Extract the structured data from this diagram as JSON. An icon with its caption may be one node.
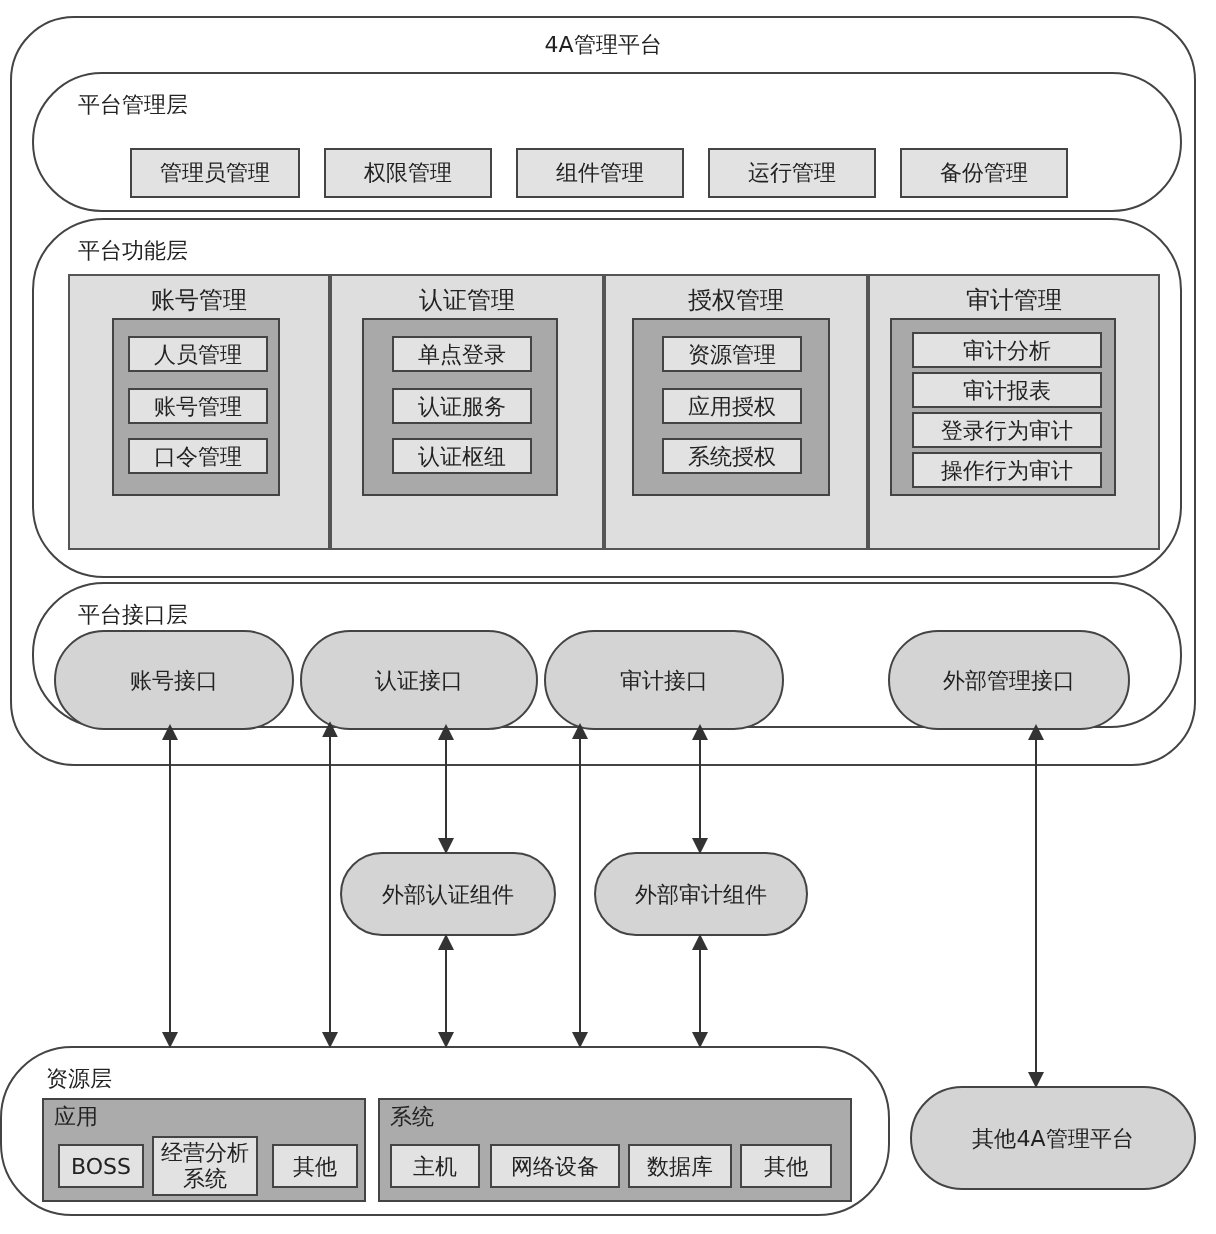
{
  "diagram": {
    "nodes": [
      {
        "text": [
          "4A管理平台"
        ]
      },
      {
        "text": [
          "平台管理层"
        ],
        "in": 0
      },
      {
        "text": [
          "管理员管理"
        ],
        "in": 1
      },
      {
        "text": [
          "权限管理"
        ],
        "in": 1
      },
      {
        "text": [
          "组件管理"
        ],
        "in": 1
      },
      {
        "text": [
          "运行管理"
        ],
        "in": 1
      },
      {
        "text": [
          "备份管理"
        ],
        "in": 1
      },
      {
        "text": [
          "平台功能层"
        ],
        "in": 0
      },
      {
        "text": [
          "账号管理"
        ],
        "in": 7
      },
      {
        "text": [],
        "shape": "box",
        "in": 8
      },
      {
        "text": [
          "人员管理"
        ],
        "in": 9
      },
      {
        "text": [
          "账号管理"
        ],
        "in": 9
      },
      {
        "text": [
          "口令管理"
        ],
        "in": 9
      },
      {
        "text": [
          "认证管理"
        ],
        "in": 7
      },
      {
        "text": [],
        "shape": "box",
        "in": 13
      },
      {
        "text": [
          "单点登录"
        ],
        "in": 14
      },
      {
        "text": [
          "认证服务"
        ],
        "in": 14
      },
      {
        "text": [
          "认证枢纽"
        ],
        "in": 14
      },
      {
        "text": [
          "授权管理"
        ],
        "in": 7
      },
      {
        "text": [],
        "shape": "box",
        "in": 18
      },
      {
        "text": [
          "资源管理"
        ],
        "in": 19
      },
      {
        "text": [
          "应用授权"
        ],
        "in": 19
      },
      {
        "text": [
          "系统授权"
        ],
        "in": 19
      },
      {
        "text": [
          "审计管理"
        ],
        "in": 7
      },
      {
        "text": [],
        "shape": "box",
        "in": 23
      },
      {
        "text": [
          "审计分析"
        ],
        "in": 24
      },
      {
        "text": [
          "审计报表"
        ],
        "in": 24
      },
      {
        "text": [
          "登录行为审计"
        ],
        "in": 24
      },
      {
        "text": [
          "操作行为审计"
        ],
        "in": 24
      },
      {
        "text": [
          "平台接口层"
        ],
        "in": 0
      },
      {
        "text": [
          "账号接口"
        ],
        "in": 29
      },
      {
        "text": [
          "认证接口"
        ],
        "in": 29
      },
      {
        "text": [
          "审计接口"
        ],
        "in": 29
      },
      {
        "text": [
          "外部管理接口"
        ],
        "in": 29
      },
      {
        "text": [
          "外部认证组件"
        ]
      },
      {
        "text": [
          "外部审计组件"
        ]
      },
      {
        "text": [
          "资源层"
        ]
      },
      {
        "text": [
          "应用"
        ],
        "in": 36
      },
      {
        "text": [
          "BOSS"
        ],
        "in": 37
      },
      {
        "text": [
          "经营分析系统"
        ],
        "in": 37
      },
      {
        "text": [
          "其他"
        ],
        "in": 37
      },
      {
        "text": [
          "系统"
        ],
        "in": 36
      },
      {
        "text": [
          "主机"
        ],
        "in": 41
      },
      {
        "text": [
          "网络设备"
        ],
        "in": 41
      },
      {
        "text": [
          "数据库"
        ],
        "in": 41
      },
      {
        "text": [
          "其他"
        ],
        "in": 41
      },
      {
        "text": [
          "其他4A管理平台"
        ]
      }
    ],
    "edges": [
      {
        "from": 30,
        "to": 36,
        "arrow": "both"
      },
      {
        "from": 31,
        "to": 36,
        "arrow": "both"
      },
      {
        "from": 31,
        "to": 34,
        "arrow": "both"
      },
      {
        "from": 34,
        "to": 36,
        "arrow": "both"
      },
      {
        "from": 32,
        "to": 36,
        "arrow": "both"
      },
      {
        "from": 32,
        "to": 35,
        "arrow": "both"
      },
      {
        "from": 35,
        "to": 36,
        "arrow": "both"
      },
      {
        "from": 33,
        "to": 46,
        "arrow": "both"
      }
    ]
  }
}
